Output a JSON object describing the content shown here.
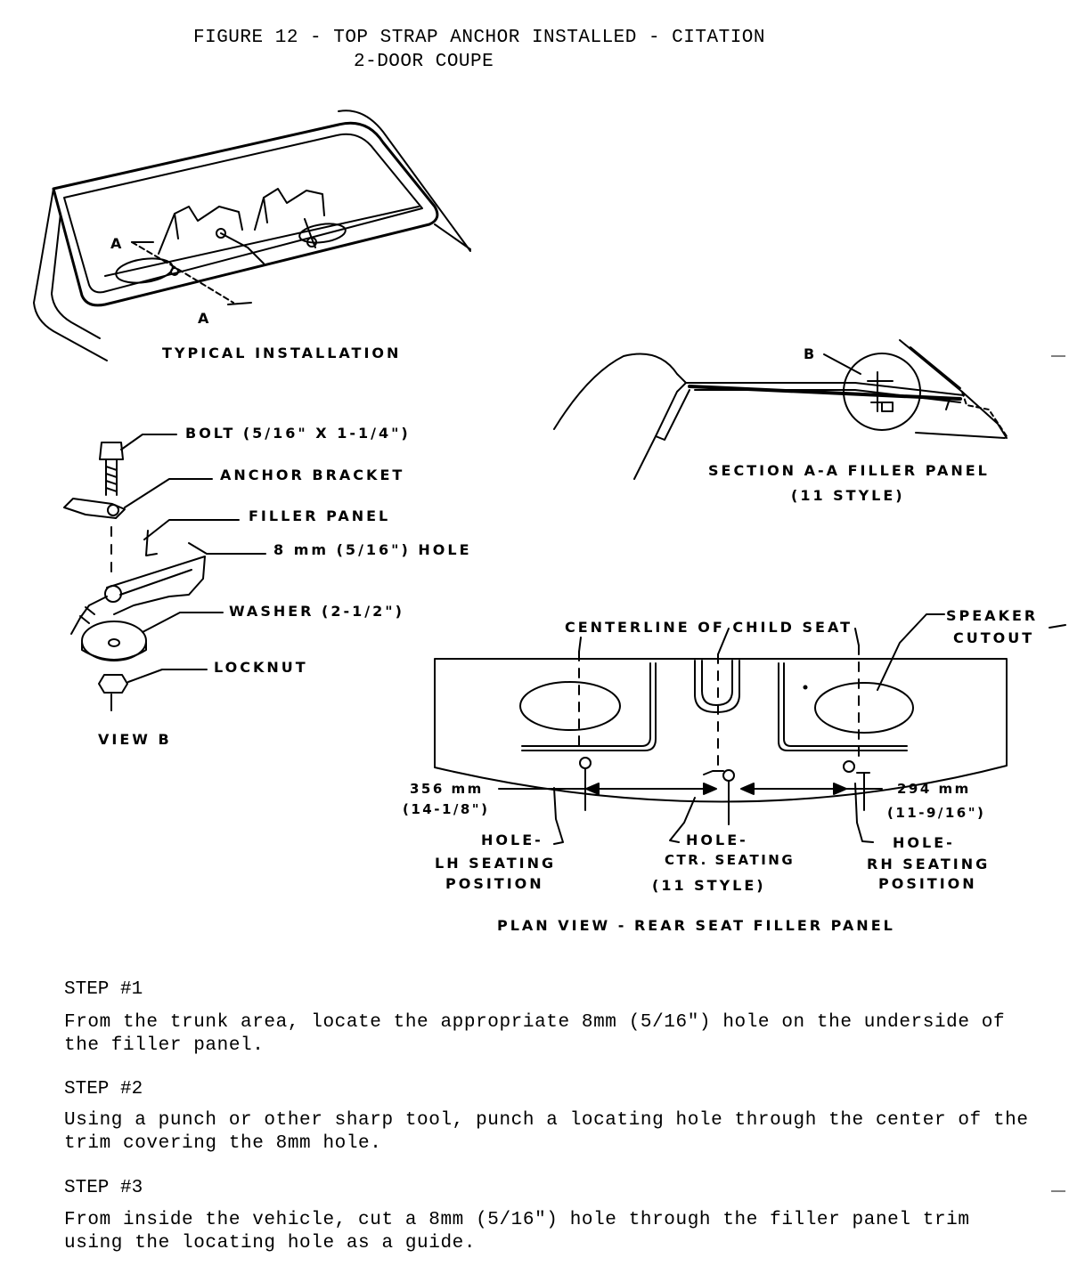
{
  "figure": {
    "title_line1": "FIGURE 12 - TOP STRAP ANCHOR INSTALLED - CITATION",
    "title_line2": "2-DOOR COUPE"
  },
  "typical_installation": {
    "caption": "TYPICAL INSTALLATION",
    "section_mark_a": "A"
  },
  "section_aa": {
    "view_mark_b": "B",
    "caption_line1": "SECTION A-A FILLER PANEL",
    "caption_line2": "(11 STYLE)"
  },
  "view_b": {
    "caption": "VIEW B",
    "callouts": {
      "bolt": "BOLT (5/16\" X 1-1/4\")",
      "anchor_bracket": "ANCHOR BRACKET",
      "filler_panel": "FILLER PANEL",
      "hole": "8 mm (5/16\") HOLE",
      "washer": "WASHER (2-1/2\")",
      "locknut": "LOCKNUT"
    }
  },
  "plan_view": {
    "caption": "PLAN VIEW - REAR SEAT FILLER PANEL",
    "centerline": "CENTERLINE OF CHILD SEAT",
    "speaker_line1": "SPEAKER",
    "speaker_line2": "CUTOUT",
    "dim_left_mm": "356 mm",
    "dim_left_in": "(14-1/8\")",
    "dim_right_mm": "294 mm",
    "dim_right_in": "(11-9/16\")",
    "lh_line1": "HOLE-",
    "lh_line2": "LH SEATING",
    "lh_line3": "POSITION",
    "ctr_line1": "HOLE-",
    "ctr_line2": "CTR. SEATING",
    "ctr_line3": "(11 STYLE)",
    "rh_line1": "HOLE-",
    "rh_line2": "RH SEATING",
    "rh_line3": "POSITION"
  },
  "steps": [
    {
      "heading": "STEP #1",
      "text": "From the trunk area, locate the appropriate 8mm (5/16\") hole on the underside of the filler panel."
    },
    {
      "heading": "STEP #2",
      "text": "Using a punch or other sharp tool, punch a locating hole through the center of the trim covering the 8mm hole."
    },
    {
      "heading": "STEP #3",
      "text": "From inside the vehicle, cut a 8mm (5/16\") hole through the filler panel trim using the locating hole as a guide."
    }
  ]
}
